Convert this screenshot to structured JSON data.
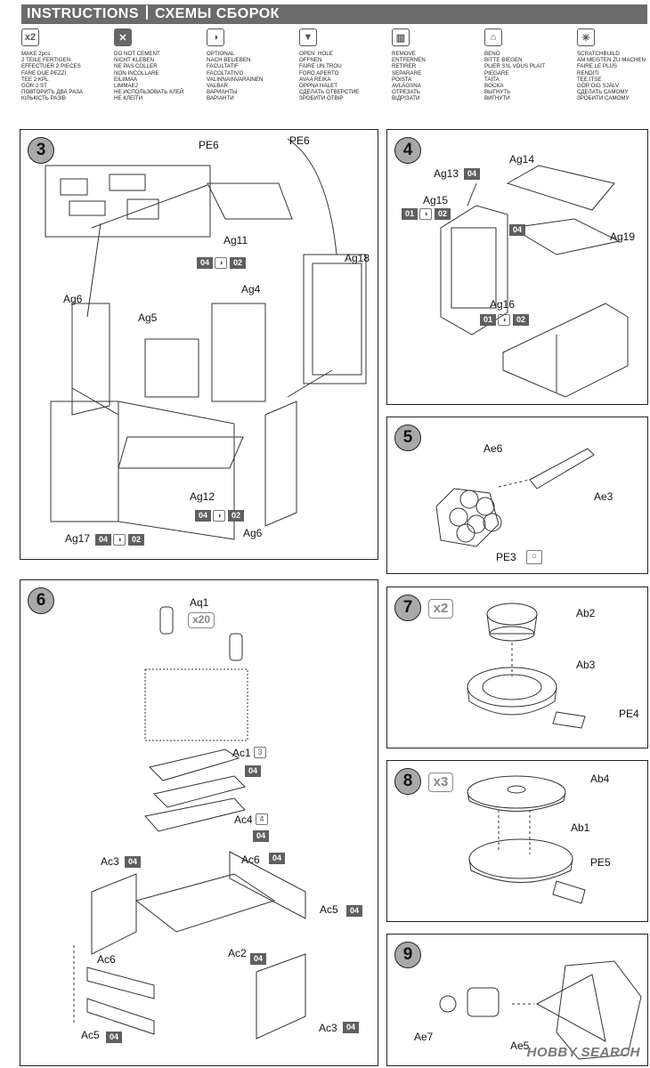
{
  "header": {
    "title_left": "INSTRUCTIONS",
    "title_right": "СХЕМЫ СБОРОК"
  },
  "legend": [
    {
      "icon": "x2-icon",
      "glyph": "x2",
      "text": "MAKE 2pcs\n2 TEILE FERTIGEN\nEFFECTUER 2 PIECES\nFARE DUE PEZZI\nTEE 2 KPL\nGÖR 2 ST\nПОВТОРИТЬ ДВА РАЗА\nКІЛЬКІСТЬ РАЗІВ"
    },
    {
      "icon": "no-cement-icon",
      "glyph": "✕",
      "text": "DO NOT CEMENT\nNICHT KLEBEN\nNE PAS COLLER\nNON INCOLLARE\nEILIIMAA\nLIMMAEJ\nНЕ ИСПОЛЬЗОВАТЬ КЛЕЙ\nНЕ КЛЕЇТИ"
    },
    {
      "icon": "optional-icon",
      "glyph": "◑",
      "text": "OPTIONAL\nNACH BELIEBEN\nFACULTATIF\nFACOLTATIVO\nVALINNAINVARAINEN\nVALBAR\nВАРИАНТЫ\nВАРІАНТИ"
    },
    {
      "icon": "open-hole-icon",
      "glyph": "▼",
      "text": "OPEN  HOLE\nOFFNEN\nFAIRE UN TROU\nFORO APERTO\nAVAA REIKA\nÖPPNA HALET\nСДЕЛАТЬ ОТВЕРСТИЕ\nЗРОБИТИ ОТВІР"
    },
    {
      "icon": "remove-icon",
      "glyph": "▥",
      "text": "REMOVE\nENTFERNEN\nRETIRER\nSEPARARE\nPOISTA\nAVLÄGSNA\nОТРЕЗАТЬ\nВІДРІЗАТИ"
    },
    {
      "icon": "bend-icon",
      "glyph": "⌂",
      "text": "BENO\nBITTE BIEGEN\nPLIER S'IL VOUS PLAIT\nPIEGARE\nTAITA\nBOCKA\nВЫГНУТЬ\nВИГНУТИ"
    },
    {
      "icon": "scratchbuild-icon",
      "glyph": "✳",
      "text": "SCRATCHBUILD\nAM MEISTEN ZU MACHEN\nFAIRE LE PLUS\nRENDITI\nTEE ITSE\nGÖR DIG SJÄLV\nСДЕЛАТЬ САМОМУ\nЗРОБИТИ САМОМУ"
    }
  ],
  "steps": {
    "s3": {
      "num": "3",
      "labels": {
        "pe6a": "PE6",
        "pe6b": "PE6",
        "ag11": "Ag11",
        "ag18": "Ag18",
        "ag6a": "Ag6",
        "ag4": "Ag4",
        "ag5": "Ag5",
        "ag12": "Ag12",
        "ag17": "Ag17",
        "ag6b": "Ag6"
      },
      "badges": {
        "b04": "04",
        "b02": "02"
      }
    },
    "s4": {
      "num": "4",
      "labels": {
        "ag13": "Ag13",
        "ag14": "Ag14",
        "ag15": "Ag15",
        "ag19": "Ag19",
        "ag16": "Ag16"
      },
      "badges": {
        "b04": "04",
        "b01": "01",
        "b02": "02"
      }
    },
    "s5": {
      "num": "5",
      "labels": {
        "ae6": "Ae6",
        "ae3": "Ae3",
        "pe3": "PE3"
      }
    },
    "s6": {
      "num": "6",
      "labels": {
        "aq1": "Aq1",
        "x20": "x20",
        "ac1": "Ac1",
        "ac4": "Ac4",
        "ac3a": "Ac3",
        "ac6a": "Ac6",
        "ac5a": "Ac5",
        "ac2": "Ac2",
        "ac6b": "Ac6",
        "ac5b": "Ac5",
        "ac3b": "Ac3"
      },
      "badges": {
        "b04": "04"
      },
      "counts": {
        "ac1": "3",
        "ac4": "4"
      }
    },
    "s7": {
      "num": "7",
      "mult": "x2",
      "labels": {
        "ab2": "Ab2",
        "ab3": "Ab3",
        "pe4": "PE4"
      }
    },
    "s8": {
      "num": "8",
      "mult": "x3",
      "labels": {
        "ab4": "Ab4",
        "ab1": "Ab1",
        "pe5": "PE5"
      }
    },
    "s9": {
      "num": "9",
      "labels": {
        "ae7": "Ae7",
        "ae5": "Ae5"
      }
    }
  },
  "watermark": "HOBBY SEARCH"
}
